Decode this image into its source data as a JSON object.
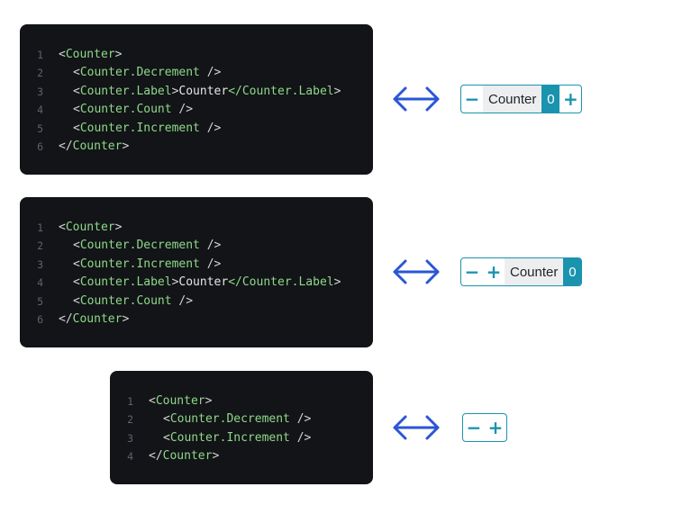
{
  "colors": {
    "code_bg": "#121417",
    "tag": "#8fd88a",
    "accent": "#1a93ae",
    "arrow": "#2a56d6"
  },
  "rows": [
    {
      "code": [
        {
          "n": "1",
          "indent": 0,
          "open": "<",
          "tag": "Counter",
          "mid": "",
          "content": "",
          "close_tag": "",
          "end": ">"
        },
        {
          "n": "2",
          "indent": 1,
          "open": "<",
          "tag": "Counter.Decrement",
          "mid": "",
          "content": "",
          "close_tag": "",
          "end": " />"
        },
        {
          "n": "3",
          "indent": 1,
          "open": "<",
          "tag": "Counter.Label",
          "mid": ">",
          "content": "Counter",
          "close_tag": "</Counter.Label",
          "end": ">"
        },
        {
          "n": "4",
          "indent": 1,
          "open": "<",
          "tag": "Counter.Count",
          "mid": "",
          "content": "",
          "close_tag": "",
          "end": " />"
        },
        {
          "n": "5",
          "indent": 1,
          "open": "<",
          "tag": "Counter.Increment",
          "mid": "",
          "content": "",
          "close_tag": "",
          "end": " />"
        },
        {
          "n": "6",
          "indent": 0,
          "open": "</",
          "tag": "Counter",
          "mid": "",
          "content": "",
          "close_tag": "",
          "end": ">"
        }
      ],
      "preview": [
        {
          "kind": "minus",
          "text": "−"
        },
        {
          "kind": "label",
          "text": "Counter"
        },
        {
          "kind": "count",
          "text": "0"
        },
        {
          "kind": "plus",
          "text": "+"
        }
      ]
    },
    {
      "code": [
        {
          "n": "1",
          "indent": 0,
          "open": "<",
          "tag": "Counter",
          "mid": "",
          "content": "",
          "close_tag": "",
          "end": ">"
        },
        {
          "n": "2",
          "indent": 1,
          "open": "<",
          "tag": "Counter.Decrement",
          "mid": "",
          "content": "",
          "close_tag": "",
          "end": " />"
        },
        {
          "n": "3",
          "indent": 1,
          "open": "<",
          "tag": "Counter.Increment",
          "mid": "",
          "content": "",
          "close_tag": "",
          "end": " />"
        },
        {
          "n": "4",
          "indent": 1,
          "open": "<",
          "tag": "Counter.Label",
          "mid": ">",
          "content": "Counter",
          "close_tag": "</Counter.Label",
          "end": ">"
        },
        {
          "n": "5",
          "indent": 1,
          "open": "<",
          "tag": "Counter.Count",
          "mid": "",
          "content": "",
          "close_tag": "",
          "end": " />"
        },
        {
          "n": "6",
          "indent": 0,
          "open": "</",
          "tag": "Counter",
          "mid": "",
          "content": "",
          "close_tag": "",
          "end": ">"
        }
      ],
      "preview": [
        {
          "kind": "minus",
          "text": "−"
        },
        {
          "kind": "plus",
          "text": "+"
        },
        {
          "kind": "label",
          "text": "Counter"
        },
        {
          "kind": "count",
          "text": "0"
        }
      ]
    },
    {
      "code": [
        {
          "n": "1",
          "indent": 0,
          "open": "<",
          "tag": "Counter",
          "mid": "",
          "content": "",
          "close_tag": "",
          "end": ">"
        },
        {
          "n": "2",
          "indent": 1,
          "open": "<",
          "tag": "Counter.Decrement",
          "mid": "",
          "content": "",
          "close_tag": "",
          "end": " />"
        },
        {
          "n": "3",
          "indent": 1,
          "open": "<",
          "tag": "Counter.Increment",
          "mid": "",
          "content": "",
          "close_tag": "",
          "end": " />"
        },
        {
          "n": "4",
          "indent": 0,
          "open": "</",
          "tag": "Counter",
          "mid": "",
          "content": "",
          "close_tag": "",
          "end": ">"
        }
      ],
      "preview": [
        {
          "kind": "minus",
          "text": "−"
        },
        {
          "kind": "plus",
          "text": "+"
        }
      ]
    }
  ]
}
